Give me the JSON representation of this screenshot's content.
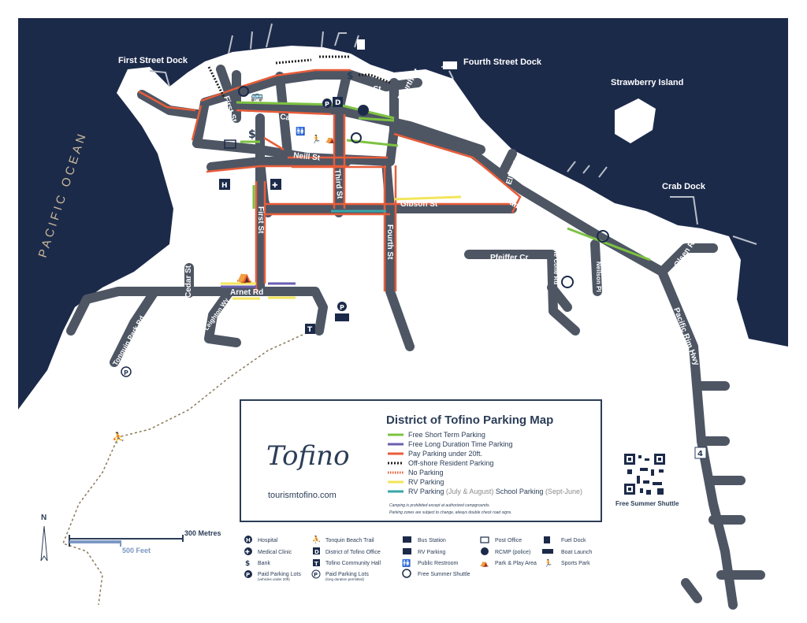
{
  "colors": {
    "ocean": "#1c2a4a",
    "land": "#ffffff",
    "road": "#4e5664",
    "paid_parking": "#e85d3a",
    "free_short_term": "#7dc242",
    "free_long_duration": "#6a5fb0",
    "rv_parking": "#f3e55a",
    "school_parking": "#3aa6a8",
    "legend_border": "#2b3d57"
  },
  "water": {
    "ocean_label": "PACIFIC OCEAN",
    "island_label": "Strawberry Island"
  },
  "docks": [
    "First Street Dock",
    "Fourth Street Dock",
    "Crab Dock"
  ],
  "streets": {
    "first_st_top": "First St",
    "campbell_st_1": "Campbell St",
    "main_st": "Main St",
    "fourth_st_top": "Fourth St",
    "neill_st": "Neill St",
    "third_st": "Third St",
    "gibson_st": "Gibson St",
    "first_st": "First St",
    "fourth_st": "Fourth St",
    "elk_rd": "Elk Rd",
    "campbell_st_2": "Campbell St",
    "pfeiffer_cr": "Pfeiffer Cr",
    "lone_cone_rd": "Lone Cone Rd",
    "neilson_pl": "Neilson Pl",
    "olsen_rd": "Olsen Rd",
    "pacific_rim_hwy": "Pacific Rim Hwy",
    "cedar_st": "Cedar St",
    "arnet_rd": "Arnet Rd",
    "leighton_wy": "Leighton Wy",
    "tonquin_park_rd": "Tonquin Park Rd",
    "hwy_number": "4"
  },
  "legend": {
    "title": "District of Tofino Parking Map",
    "logo_text": "Tofino",
    "website": "tourismtofino.com",
    "items": [
      {
        "label": "Free Short Term Parking",
        "color": "#7dc242"
      },
      {
        "label": "Free Long Duration Time Parking",
        "color": "#6a5fb0"
      },
      {
        "label": "Pay Parking under 20ft.",
        "color": "#e85d3a"
      },
      {
        "label": "Off-shore Resident Parking",
        "color": "#333333"
      },
      {
        "label": "No Parking",
        "color": "#e85d3a"
      },
      {
        "label": "RV Parking",
        "color": "#f3e55a"
      }
    ],
    "rv_school": {
      "a": "RV Parking ",
      "b": "(July & August)",
      "c": " School Parking ",
      "d": "(Sept-June)"
    },
    "note_1": "Camping is prohibited except at authorized campgrounds.",
    "note_2": "Parking zones are subject to change, always double check road signs."
  },
  "shuttle_label": "Free Summer Shuttle",
  "scale": {
    "north": "N",
    "metres": "300 Metres",
    "feet": "500 Feet"
  },
  "key": [
    {
      "icon": "H",
      "label": "Hospital"
    },
    {
      "icon": "✚",
      "label": "Medical Clinic"
    },
    {
      "icon": "$",
      "label": "Bank"
    },
    {
      "icon": "P",
      "label": "Paid Parking Lots",
      "sub": "(vehicles under 20ft)"
    },
    {
      "icon": "⛹",
      "label": "Tonquin Beach Trail"
    },
    {
      "icon": "D",
      "label": "District of Tofino Office"
    },
    {
      "icon": "T",
      "label": "Tofino Community Hall"
    },
    {
      "icon": "P",
      "label": "Paid Parking Lots",
      "sub": "(long duration permitted)"
    },
    {
      "icon": "🚌",
      "label": "Bus Station"
    },
    {
      "icon": "🚐",
      "label": "RV Parking"
    },
    {
      "icon": "🚻",
      "label": "Public Restroom"
    },
    {
      "icon": "☼",
      "label": "Free Summer Shuttle"
    },
    {
      "icon": "✉",
      "label": "Post Office"
    },
    {
      "icon": "◉",
      "label": "RCMP (police)"
    },
    {
      "icon": "⛺",
      "label": "Park & Play Area"
    },
    {
      "icon": "⛽",
      "label": "Fuel Dock"
    },
    {
      "icon": "⛵",
      "label": "Boat Launch"
    },
    {
      "icon": "🏃",
      "label": "Sports Park"
    }
  ]
}
